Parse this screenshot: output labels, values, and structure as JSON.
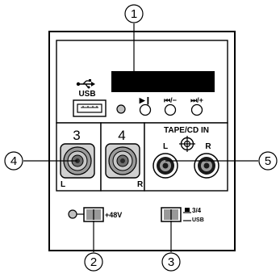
{
  "callouts": [
    "1",
    "2",
    "3",
    "4",
    "5"
  ],
  "labels": {
    "usb": "USB",
    "play_pause": "▶❙",
    "prev_minus": "⏮/−",
    "next_plus": "⏭/+",
    "channel_3": "3",
    "channel_4": "4",
    "left_a": "L",
    "right_a": "R",
    "tape_cd_in": "TAPE/CD IN",
    "left_b": "L",
    "right_b": "R",
    "phantom": "+48V",
    "switch_top": "3/4",
    "switch_bottom": "USB"
  }
}
